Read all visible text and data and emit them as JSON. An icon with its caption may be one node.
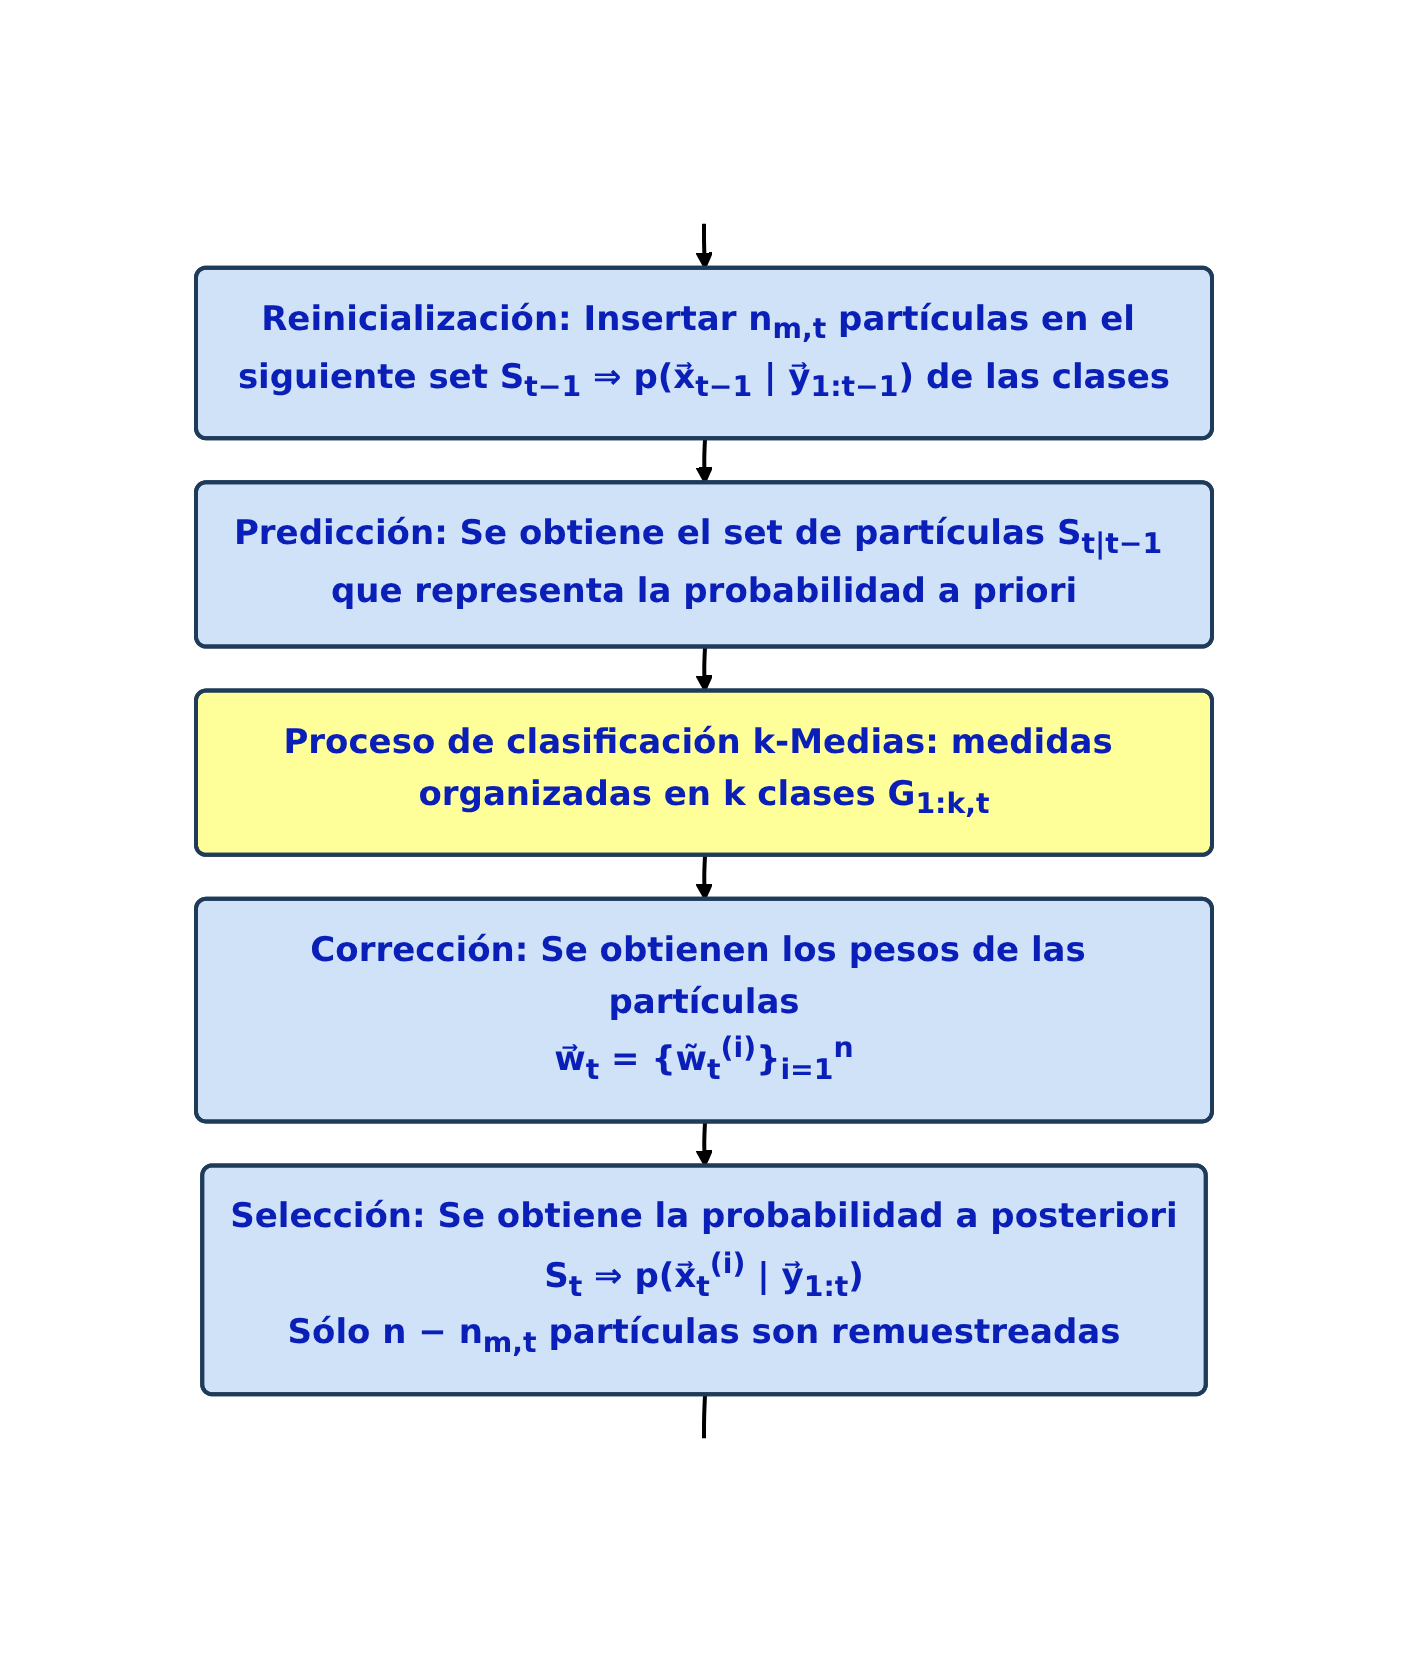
{
  "diagram": {
    "nodes": [
      {
        "text": [
          "Reinicialización: Insertar n$_{m,t}$ partículas en el siguiente set S$_{t−1}$ ⇒ p(x⃗$_{t−1}$ | y⃗$_{1:t−1}$) de las clases"
        ]
      },
      {
        "text": [
          "Predicción: Se obtiene el set de partículas S$_{t|t−1}$ que representa la probabilidad a priori"
        ]
      },
      {
        "text": [
          "Proceso de clasificación k-Medias: medidas organizadas en k clases G$_{1:k,t}$"
        ]
      },
      {
        "text": [
          "Corrección: Se obtienen los pesos de las partículas",
          "w⃗$_{t}$ = {w̃$_{t}$$^{(i)}$}$_{i=1}$$^{n}$"
        ]
      },
      {
        "text": [
          "Selección: Se obtiene la probabilidad a posteriori",
          "S$_{t}$ ⇒ p(x⃗$_{t}$$^{(i)}$ | y⃗$_{1:t}$)",
          "Sólo n − n$_{m,t}$ partículas son remuestreadas"
        ]
      }
    ],
    "edges": [
      {
        "from": null,
        "to": 0,
        "arrow": "to"
      },
      {
        "from": 0,
        "to": 1,
        "arrow": "to"
      },
      {
        "from": 1,
        "to": 2,
        "arrow": "to"
      },
      {
        "from": 2,
        "to": 3,
        "arrow": "to"
      },
      {
        "from": 3,
        "to": 4,
        "arrow": "to"
      },
      {
        "from": 4,
        "to": null,
        "arrow": "none"
      }
    ]
  }
}
